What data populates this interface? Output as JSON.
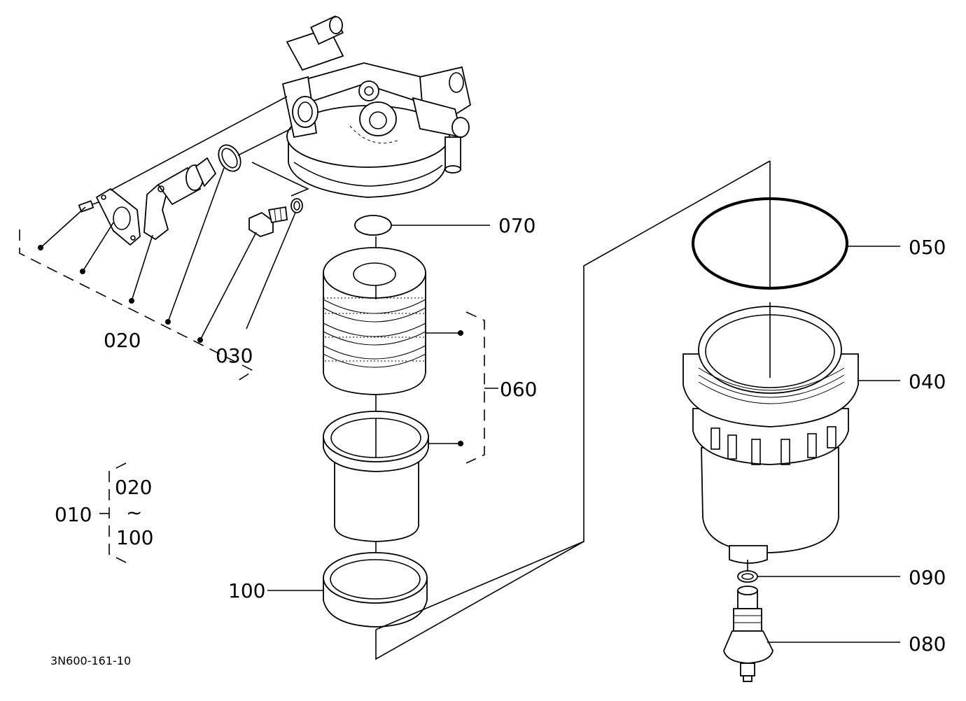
{
  "labels": {
    "p010": "010",
    "p020": "020",
    "p030": "030",
    "p040": "040",
    "p050": "050",
    "p060": "060",
    "p070": "070",
    "p080": "080",
    "p090": "090",
    "p100": "100",
    "range_from": "020",
    "range_tilde": "~",
    "range_to": "100"
  },
  "drawing_number": "3N600-161-10"
}
